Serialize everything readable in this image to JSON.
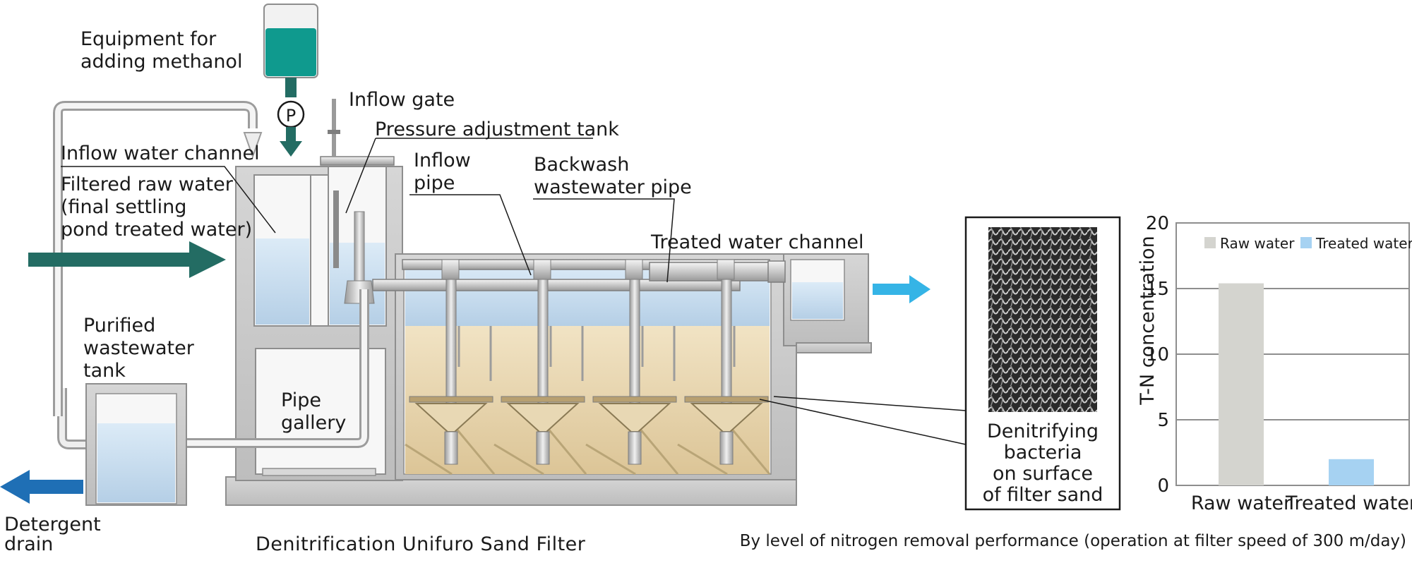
{
  "diagram": {
    "title": "Denitrification Unifuro Sand Filter",
    "labels": {
      "methanol_line1": "Equipment for",
      "methanol_line2": "adding methanol",
      "pump": "P",
      "inflow_gate": "Inflow gate",
      "pressure_tank": "Pressure adjustment tank",
      "inflow_channel": "Inflow water channel",
      "raw_water_line1": "Filtered raw water",
      "raw_water_line2": "(final settling",
      "raw_water_line3": "pond treated water)",
      "inflow_pipe_line1": "Inflow",
      "inflow_pipe_line2": "pipe",
      "backwash_line1": "Backwash",
      "backwash_line2": "wastewater pipe",
      "treated_channel": "Treated water channel",
      "purified_line1": "Purified",
      "purified_line2": "wastewater",
      "purified_line3": "tank",
      "gallery_line1": "Pipe",
      "gallery_line2": "gallery",
      "drain_line1": "Detergent",
      "drain_line2": "drain"
    },
    "bacteria_caption": {
      "line1": "Denitrifying",
      "line2": "bacteria",
      "line3": "on surface",
      "line4": "of filter sand"
    },
    "colors": {
      "methanol": "#0f9a8e",
      "flow_arrow": "#236c63",
      "water": "#c9dff0",
      "sand": "#ead7b1",
      "drain_arrow": "#1f6fb5",
      "out_arrow": "#35b4e6"
    }
  },
  "chart_data": {
    "type": "bar",
    "categories": [
      "Raw water",
      "Treated water"
    ],
    "values": [
      15.4,
      2.0
    ],
    "ylabel": "T-N concentration",
    "ylim": [
      0,
      20
    ],
    "yticks": [
      0,
      5,
      10,
      15,
      20
    ],
    "legend": [
      "Raw water",
      "Treated water"
    ],
    "legend_position": "top",
    "bar_colors": [
      "#d4d4cf",
      "#a6d2f2"
    ],
    "grid": true,
    "caption": "By level of nitrogen removal performance (operation at filter speed of 300 m/day)"
  }
}
